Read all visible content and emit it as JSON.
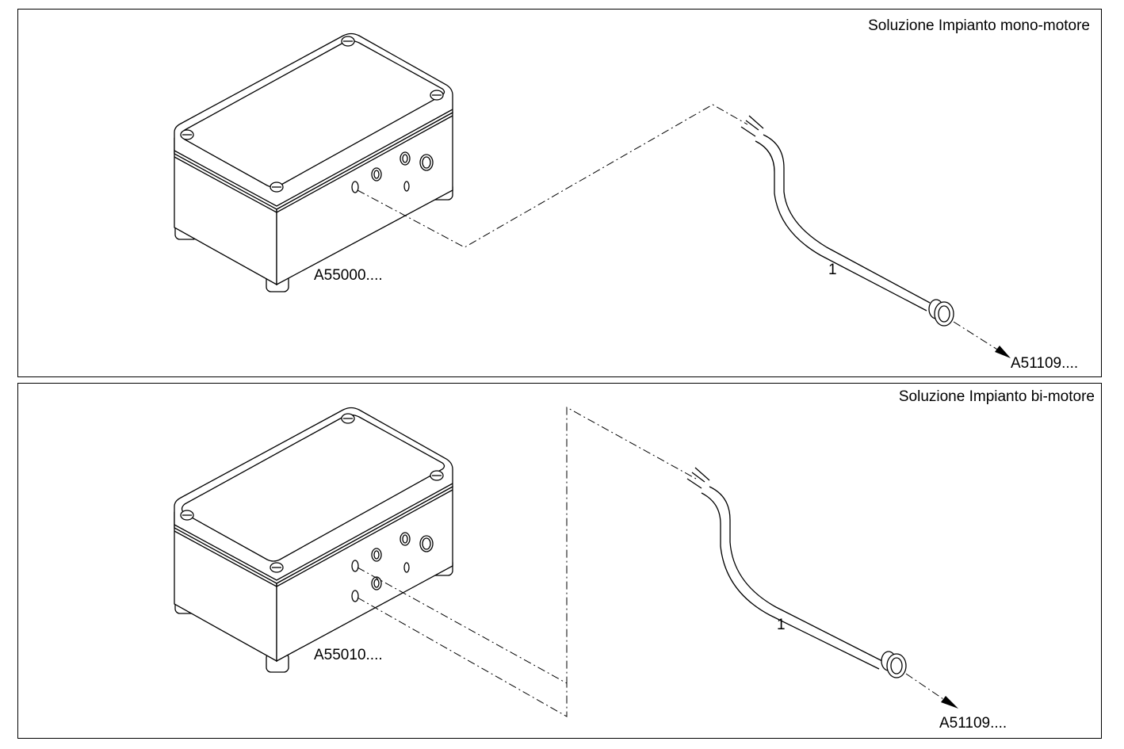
{
  "panels": [
    {
      "title": "Soluzione Impianto mono-motore",
      "box_code": "A55000....",
      "cable_item": "1",
      "connector_code": "A51109...."
    },
    {
      "title": "Soluzione Impianto bi-motore",
      "box_code": "A55010....",
      "cable_item": "1",
      "connector_code": "A51109...."
    }
  ]
}
